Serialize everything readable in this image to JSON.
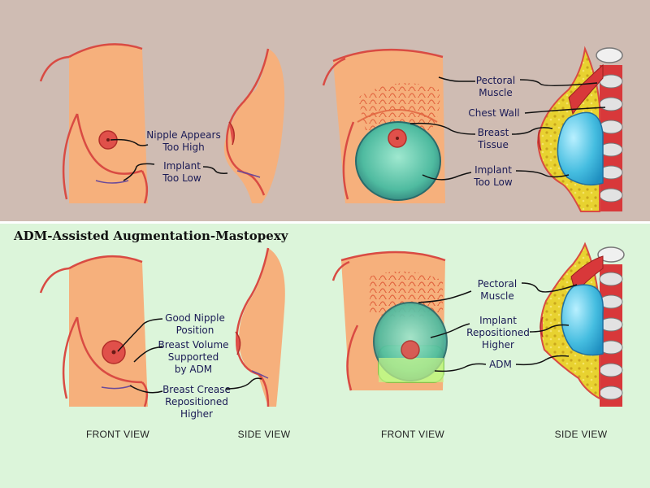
{
  "top_panel": {
    "labels": {
      "nipple_high": [
        "Nipple Appears",
        "Too High"
      ],
      "implant_low_left": [
        "Implant",
        "Too Low"
      ],
      "pectoral": [
        "Pectoral",
        "Muscle"
      ],
      "chest_wall": "Chest Wall",
      "breast_tissue": [
        "Breast",
        "Tissue"
      ],
      "implant_low_right": [
        "Implant",
        "Too Low"
      ]
    }
  },
  "bottom_panel": {
    "title": "ADM-Assisted Augmentation-Mastopexy",
    "labels": {
      "good_nipple": [
        "Good Nipple",
        "Position"
      ],
      "volume_supported": [
        "Breast Volume",
        "Supported",
        "by ADM"
      ],
      "crease": [
        "Breast Crease",
        "Repositioned",
        "Higher"
      ],
      "pectoral": [
        "Pectoral",
        "Muscle"
      ],
      "implant_repositioned": [
        "Implant",
        "Repositioned",
        "Higher"
      ],
      "adm": "ADM"
    },
    "captions": {
      "front_left": "FRONT VIEW",
      "side_left": "SIDE VIEW",
      "front_right": "FRONT VIEW",
      "side_right": "SIDE VIEW"
    }
  },
  "colors": {
    "top_background": "#cfbcb3",
    "bottom_background": "#dcf5da",
    "skin": "#f6b07c",
    "outline": "#d94b43",
    "implant": "#4fc3e0",
    "fat": "#e8d230",
    "rib": "#d8383a"
  }
}
